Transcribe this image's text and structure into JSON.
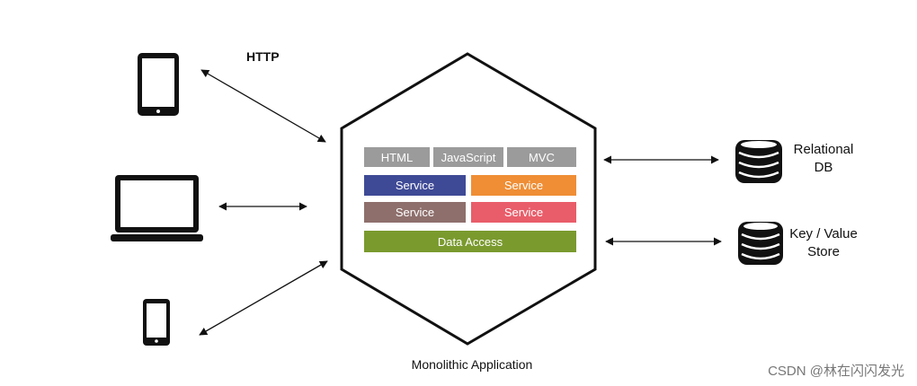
{
  "http_label": "HTTP",
  "app_label": "Monolithic Application",
  "layers": {
    "html": {
      "label": "HTML",
      "color": "#9b9b9b"
    },
    "javascript": {
      "label": "JavaScript",
      "color": "#9b9b9b"
    },
    "mvc": {
      "label": "MVC",
      "color": "#9b9b9b"
    },
    "service1": {
      "label": "Service",
      "color": "#3f4a96"
    },
    "service2": {
      "label": "Service",
      "color": "#ef8e35"
    },
    "service3": {
      "label": "Service",
      "color": "#8e6f6c"
    },
    "service4": {
      "label": "Service",
      "color": "#e95d6a"
    },
    "data_access": {
      "label": "Data Access",
      "color": "#7a9a2e"
    }
  },
  "databases": {
    "relational": {
      "line1": "Relational",
      "line2": "DB",
      "icon": "database-icon"
    },
    "keyvalue": {
      "line1": "Key / Value",
      "line2": "Store",
      "icon": "database-icon"
    }
  },
  "clients": [
    {
      "icon": "tablet-icon"
    },
    {
      "icon": "laptop-icon"
    },
    {
      "icon": "phone-icon"
    }
  ],
  "watermark": "CSDN @林在闪闪发光"
}
